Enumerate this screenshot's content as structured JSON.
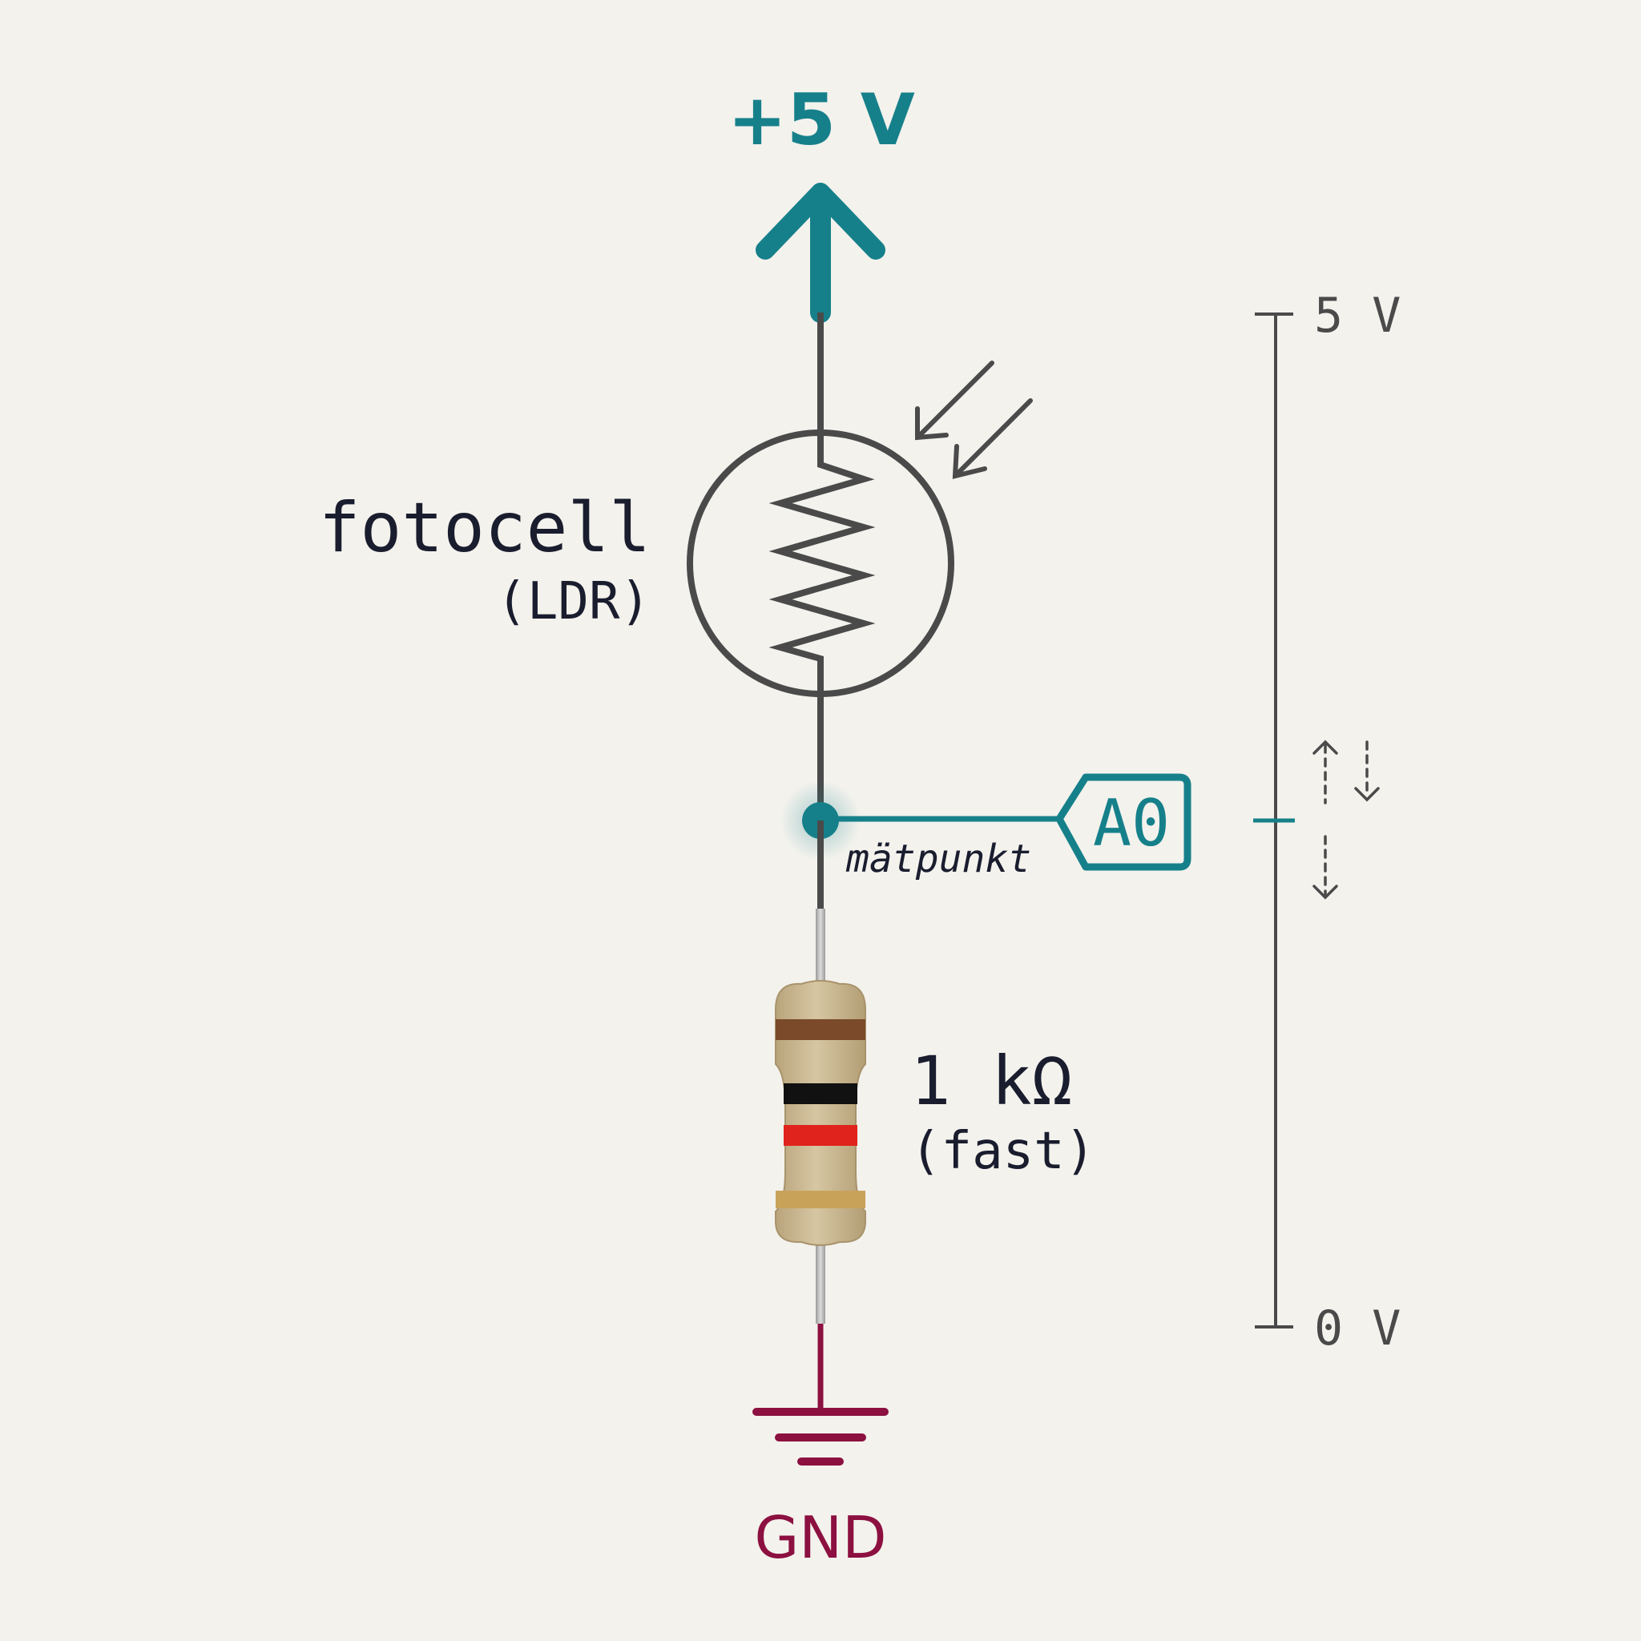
{
  "supply": {
    "label": "+5 V"
  },
  "ldr": {
    "name": "fotocell",
    "type": "(LDR)"
  },
  "node": {
    "label": "mätpunkt"
  },
  "pin": {
    "label": "A0"
  },
  "resistor": {
    "value": "1 kΩ",
    "note": "(fast)"
  },
  "ground": {
    "label": "GND"
  },
  "scale": {
    "top_label": "5 V",
    "bottom_label": "0 V"
  },
  "colors": {
    "background": "#f3f2ed",
    "wire": "#4a4a4a",
    "teal": "#16808a",
    "ground": "#8c1040",
    "text_dark": "#1a1d2e",
    "resistor_body": "#cbb893",
    "band_brown": "#7a4a2a",
    "band_black": "#111111",
    "band_red": "#e0231c",
    "band_gold": "#c9a25a"
  },
  "icons": [
    "up-arrow-icon",
    "light-arrow-icon",
    "ground-icon",
    "double-arrow-icon"
  ]
}
